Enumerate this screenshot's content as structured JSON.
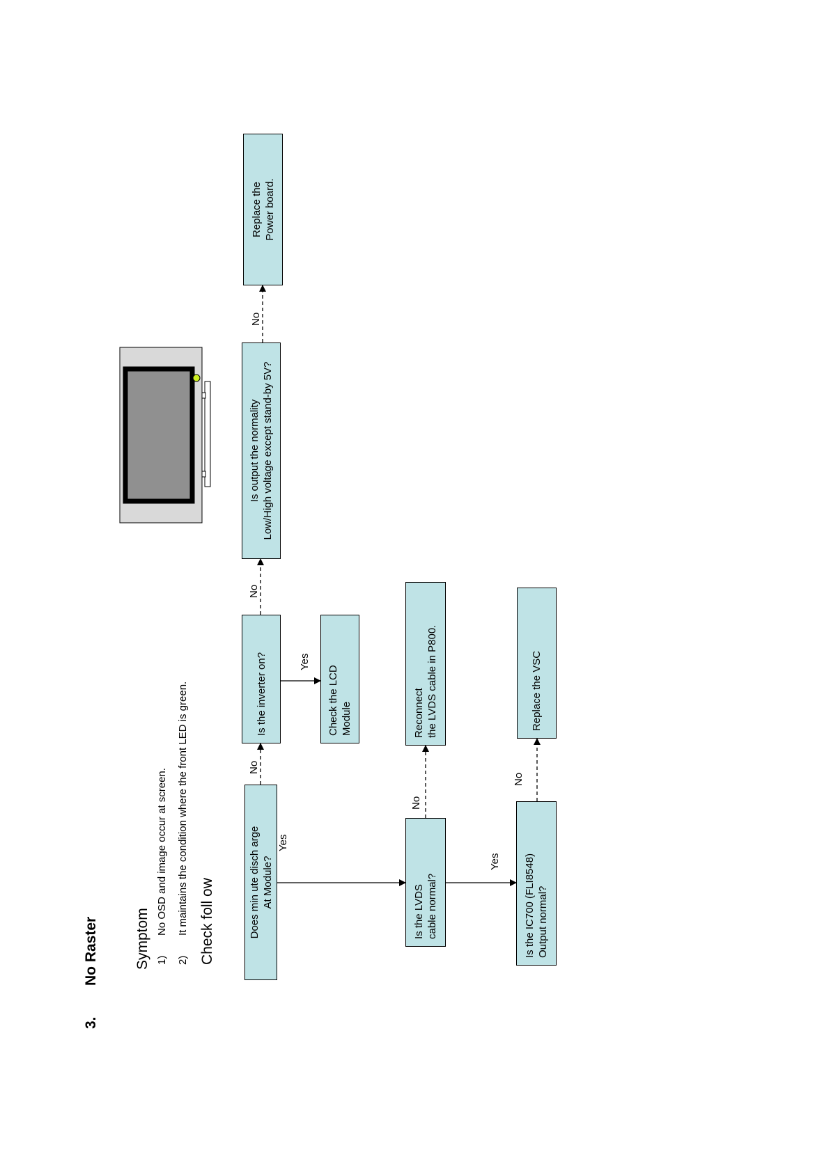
{
  "section": {
    "number": "3.",
    "title": "No Raster"
  },
  "symptom": {
    "heading": "Symptom",
    "items": [
      {
        "num": "1)",
        "text": "No OSD and image occur at screen."
      },
      {
        "num": "2)",
        "text": "It maintains the condition where the front LED is green."
      }
    ]
  },
  "check_heading": "Check foll  ow",
  "nodes": {
    "discharge": {
      "lines": [
        "Does min ute disch arge",
        "At Module?"
      ]
    },
    "inverter": {
      "lines": [
        "Is the inverter on?"
      ]
    },
    "output_normality": {
      "lines": [
        "Is output the normality",
        "Low/High voltage except stand-by 5V?"
      ]
    },
    "replace_power": {
      "lines": [
        "Replace the",
        "Power board."
      ]
    },
    "check_lcd": {
      "lines": [
        "Check the LCD",
        "Module"
      ]
    },
    "lvds_cable": {
      "lines": [
        "Is the LVDS",
        "cable normal?"
      ]
    },
    "reconnect_lvds": {
      "lines": [
        "Reconnect",
        "the LVDS cable in P800."
      ]
    },
    "ic700": {
      "lines": [
        "Is the IC700 (FLI8548)",
        "Output normal?"
      ]
    },
    "replace_vsc": {
      "lines": [
        "Replace the VSC"
      ]
    }
  },
  "edge_labels": {
    "discharge_no": "No",
    "discharge_yes": "Yes",
    "inverter_no": "No",
    "inverter_yes": "Yes",
    "output_no": "No",
    "lvds_no": "No",
    "lvds_yes": "Yes",
    "ic700_no": "No"
  },
  "colors": {
    "box_fill": "#bfe3e6",
    "tv_frame": "#d9d9d9",
    "tv_screen": "#909090",
    "led": "#ccee22"
  },
  "icons": [
    "tv-set-icon",
    "front-led-icon"
  ]
}
